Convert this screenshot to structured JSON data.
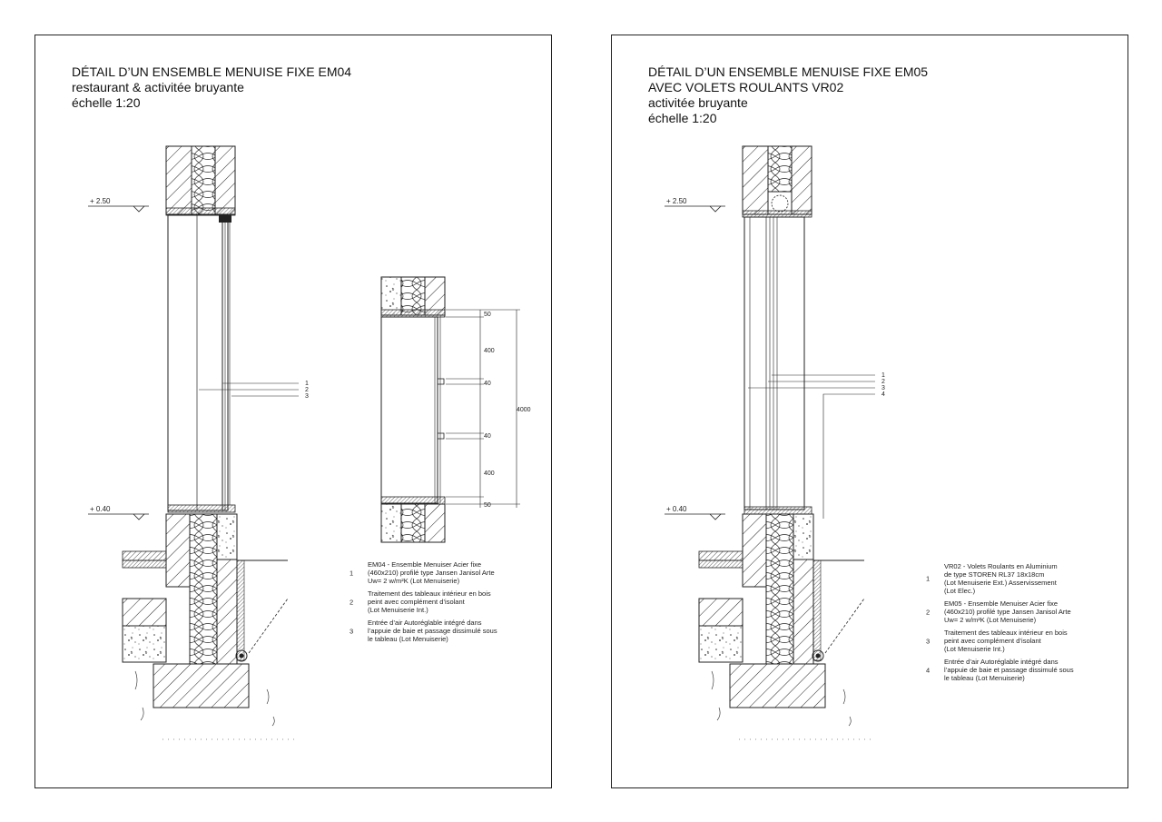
{
  "sheets": [
    {
      "title_lines": [
        "DÉTAIL D’UN ENSEMBLE MENUISE FIXE EM04",
        "restaurant & activitée bruyante",
        "échelle 1:20"
      ],
      "levels": [
        "+ 2.50",
        "+ 0.40"
      ],
      "callouts": [
        "1",
        "2",
        "3"
      ],
      "dimensions": [
        "50",
        "400",
        "40",
        "4000",
        "40",
        "400",
        "50"
      ],
      "legend": [
        {
          "num": "1",
          "lines": [
            "EM04 - Ensemble Menuiser Acier fixe",
            "(460x210) profilé type Jansen Janisol Arte",
            "Uw= 2 w/m²K (Lot Menuiserie)"
          ]
        },
        {
          "num": "2",
          "lines": [
            "Traitement des tableaux intérieur en bois",
            "peint avec complément d’isolant",
            "(Lot Menuiserie Int.)"
          ]
        },
        {
          "num": "3",
          "lines": [
            "Entrée d’air Autoréglable intégré dans",
            "l’appuie de baie et passage dissimulé sous",
            "le tableau  (Lot Menuiserie)"
          ]
        }
      ]
    },
    {
      "title_lines": [
        "DÉTAIL D’UN ENSEMBLE MENUISE FIXE EM05",
        "AVEC VOLETS ROULANTS VR02",
        "activitée bruyante",
        "échelle 1:20"
      ],
      "levels": [
        "+ 2.50",
        "+ 0.40"
      ],
      "callouts": [
        "1",
        "2",
        "3",
        "4"
      ],
      "legend": [
        {
          "num": "1",
          "lines": [
            "VR02 - Volets Roulants en Aluminium",
            "de type STOREN RL37 18x18cm",
            "(Lot Menuiserie Ext.) Asservissement",
            "(Lot Elec.)"
          ]
        },
        {
          "num": "2",
          "lines": [
            "EM05 - Ensemble Menuiser Acier fixe",
            "(460x210) profilé type Jansen Janisol Arte",
            "Uw= 2 w/m²K (Lot Menuiserie)"
          ]
        },
        {
          "num": "3",
          "lines": [
            "Traitement des tableaux intérieur en bois",
            "peint avec complément d’isolant",
            "(Lot Menuiserie Int.)"
          ]
        },
        {
          "num": "4",
          "lines": [
            "Entrée d’air Autoréglable intégré dans",
            "l’appuie de baie et passage dissimulé sous",
            "le tableau  (Lot Menuiserie)"
          ]
        }
      ]
    }
  ]
}
